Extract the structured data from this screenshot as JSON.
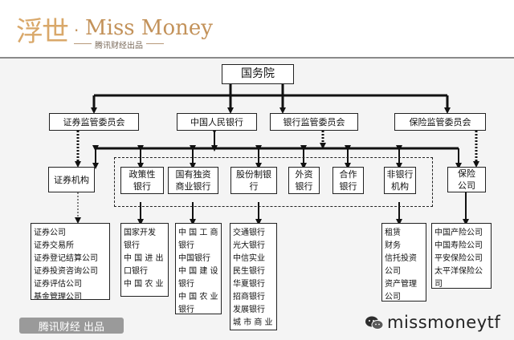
{
  "logo": {
    "brand_cn": "浮世",
    "brand_dot": "·",
    "brand_en": "Miss Money",
    "brand_sub": "腾讯财经出品"
  },
  "top": "国务院",
  "regulators": [
    "证券监管委员会",
    "中国人民银行",
    "银行监管委员会",
    "保险监管委员会"
  ],
  "institutions": {
    "securities": "证券机构",
    "policy": "政策性\n银行",
    "state": "国有独资\n商业银行",
    "joint": "股份制银\n行",
    "foreign": "外资\n银行",
    "coop": "合作\n银行",
    "nonbank": "非银行\n机构",
    "insurance": "保险\n公司"
  },
  "lists": {
    "securities": [
      "证券公司",
      "证券交易所",
      "证券登记结算公司",
      "证券投资咨询公司",
      "证券评估公司",
      "基金管理公司"
    ],
    "policy": [
      "国家开发",
      "银行",
      "中 国 进 出",
      "口银行",
      "中 国 农 业"
    ],
    "state": [
      "中 国 工 商",
      "银行",
      "中国银行",
      "中 国 建 设",
      "银行",
      "中 国 农 业",
      "银行"
    ],
    "joint": [
      "交通银行",
      "光大银行",
      "中信实业",
      "民生银行",
      "华夏银行",
      "招商银行",
      "发展银行",
      "城 市 商 业"
    ],
    "nonbank": [
      "租赁",
      "财务",
      "信托投资",
      "公司",
      "资产管理",
      "公司"
    ],
    "insurance": [
      "中国产险公司",
      "中国寿险公司",
      "平安保险公司",
      "太平洋保险公",
      "司"
    ]
  },
  "footer": {
    "badge": "腾讯财经 出品",
    "watermark": "missmoneytf"
  }
}
